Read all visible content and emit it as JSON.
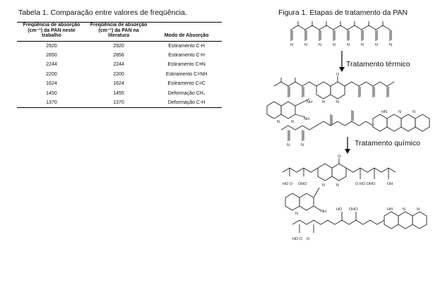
{
  "table": {
    "title": "Tabela 1. Comparação entre valores de freqüência.",
    "headers": [
      "Freqüência de absorção (cm⁻¹) da PAN neste trabalho",
      "Freqüência de absorção (cm⁻¹) da PAN na literatura",
      "Modo de Absorção"
    ],
    "rows": [
      [
        "2920",
        "2920",
        "Estiramento C-H"
      ],
      [
        "2850",
        "2856",
        "Estiramento C-H"
      ],
      [
        "2244",
        "2244",
        "Estiramento C≡N"
      ],
      [
        "2200",
        "2200",
        "Estiramento C=NH"
      ],
      [
        "1624",
        "1624",
        "Estiramento C=C"
      ],
      [
        "1450",
        "1455",
        "Deformação CH₂"
      ],
      [
        "1370",
        "1370",
        "Deformação C-H"
      ]
    ]
  },
  "figure": {
    "title": "Figura 1. Etapas de tratamento da PAN",
    "step1_label": "Tratamento térmico",
    "step2_label": "Tratamento químico",
    "atom_labels": {
      "N": "N",
      "NH": "NH",
      "HN": "HN",
      "O": "O",
      "HO": "HO",
      "OH": "OH",
      "HO_O": "HO O",
      "OHO": "OHO",
      "OHOHO": "O HO OHO"
    }
  }
}
